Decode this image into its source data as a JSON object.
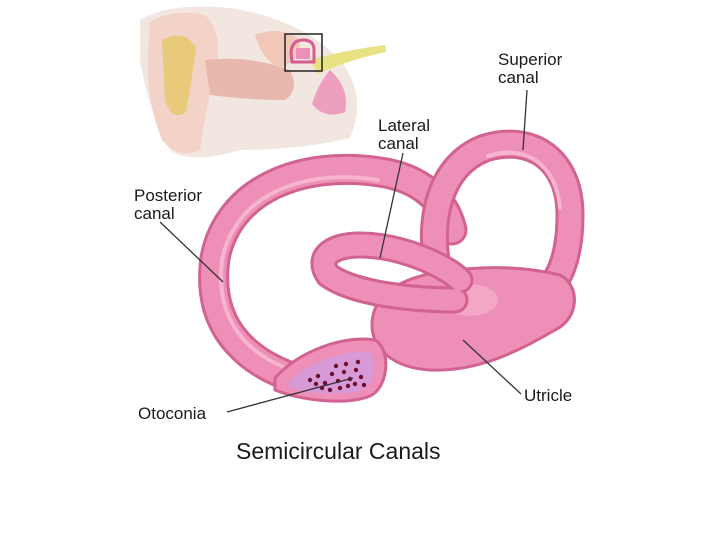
{
  "caption": "Semicircular Canals",
  "labels": {
    "superior": [
      "Superior",
      "canal"
    ],
    "lateral": [
      "Lateral",
      "canal"
    ],
    "posterior": [
      "Posterior",
      "canal"
    ],
    "otoconia": "Otoconia",
    "utricle": "Utricle"
  },
  "colors": {
    "canal_fill": "#ee8fb7",
    "canal_dark": "#d2628f",
    "canal_light": "#f7bdd5",
    "ampulla_cut": "#d79ad6",
    "otoconia_dots": "#6b0f2a",
    "inset_skin": "#f3d3c8",
    "inset_cartilage": "#e9c97a",
    "inset_nerve": "#e8e283",
    "leader_line": "#333333"
  }
}
